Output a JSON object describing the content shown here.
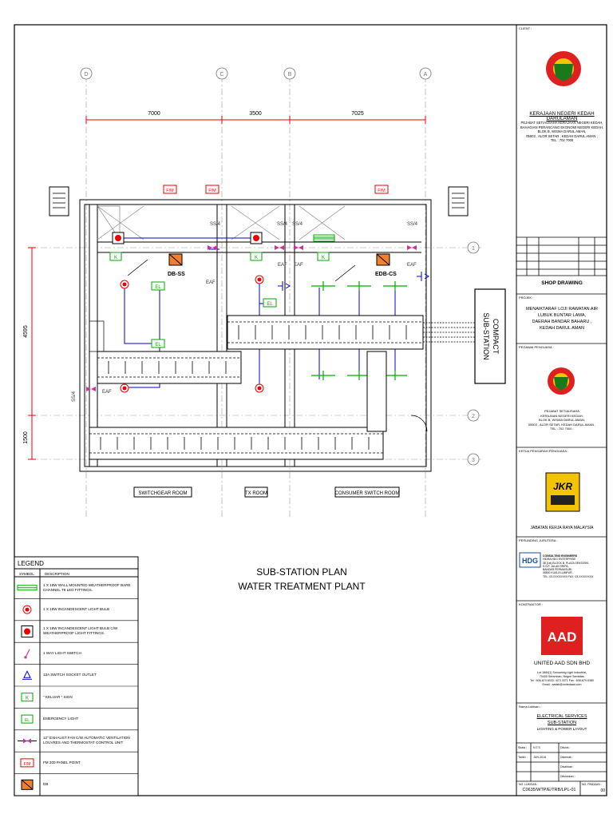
{
  "drawing": {
    "title": "SUB-STATION PLAN",
    "subtitle": "WATER TREATMENT PLANT",
    "dims_top": [
      "7000",
      "3500",
      "7025"
    ],
    "dims_left": [
      "4595",
      "1500"
    ],
    "grid_top": [
      "D",
      "C",
      "B",
      "A"
    ],
    "grid_right": [
      "1",
      "2",
      "3"
    ],
    "rooms": [
      "SWITCHGEAR ROOM",
      "TX ROOM",
      "CONSUMER SWITCH ROOM"
    ],
    "compact_label_1": "COMPACT",
    "compact_label_2": "SUB-STATION",
    "panel_labels": [
      "DB-SS",
      "EDB-CS"
    ],
    "switch_labels": [
      "SS/4",
      "SS/4",
      "SS/4",
      "SS/4",
      "SS/4"
    ],
    "eaf": "EAF",
    "fm": "F/M",
    "el": "EL",
    "k": "K"
  },
  "legend": {
    "title": "LEGEND",
    "col_symbol": "SYMBOL",
    "col_desc": "DESCRIPTION",
    "items": [
      {
        "icon": "fluorescent-fitting-icon",
        "desc": "1 X 18W WALL MOUNTED WEATHERPROOF BARE CHANNEL T8 LED FITTINGS."
      },
      {
        "icon": "incandescent-bulb-icon",
        "desc": "1 X 18W INCANDESCENT LIGHT BULB"
      },
      {
        "icon": "bulb-weatherproof-icon",
        "desc": "1 X 18W INCANDESCENT LIGHT BULB C/W WEATHERPROOF LIGHT FITTINGS."
      },
      {
        "icon": "switch-icon",
        "desc": "1 WAY LIGHT SWITCH"
      },
      {
        "icon": "socket-outlet-icon",
        "desc": "13A SWITCH SOCKET OUTLET"
      },
      {
        "icon": "keluar-sign-icon",
        "desc": "\" KELUAR \" SIGN"
      },
      {
        "icon": "emergency-light-icon",
        "desc": "EMERGENCY LIGHT"
      },
      {
        "icon": "exhaust-fan-icon",
        "desc": "12\" EXHAUST FAN C/W AUTOMATIC VENTILATION LOUVRES AND THERMOSTAT CONTROL UNIT"
      },
      {
        "icon": "fm-panel-icon",
        "desc": "FM 200 PANEL POINT"
      },
      {
        "icon": "db-icon",
        "desc": "DB"
      }
    ]
  },
  "titleblock": {
    "client_label": "CLIENT :",
    "client_name": "KERAJAAN NEGERI KEDAH DARULAMAN",
    "client_addr": [
      "PEJABAT SETIAUSAHA KERAJAAN NEGERI KEDAH,",
      "BAHAGIAN PERANCANG EKONOMI NEGERI KEDAH,",
      "BLOK B, WISMA DARUL AMAN,",
      "05503 , ALOR SETAR , KEDAH DARUL AMAN ,",
      "TEL : 702 7000"
    ],
    "stage": "SHOP DRAWING",
    "project_label": "PROJEK :",
    "project": [
      "MENAIKTARAF LOJI RAWATAN AIR",
      "LUBUK BUNTAR LAMA,",
      "DAERAH BANDAR BAHARU ,",
      "KEDAH DARUL AMAN"
    ],
    "owner_label": "PEGAWAI PENGUASA :",
    "owner_addr": [
      "PEJABAT SETIAUSAHA",
      "KERAJAAN NEGERI KEDAH,",
      "BLOK B, WISMA DARUL AMAN,",
      "05503 , ALOR SETAR, KEDAH DARUL AMAN ,",
      "TEL : 702 7000 ."
    ],
    "jkr_label": "KETUA PENGARAH PENGUASA :",
    "jkr_logo_text": "JKR",
    "jkr_name": "JABATAN KERJA RAYA MALAYSIA",
    "consultant_label": "PERUNDING JURUTERA :",
    "consultant_logo": "HDG",
    "consultant_lines": [
      "CONSULTING ENGINEERS",
      "HIDRA HDG ENTERPRISE",
      "38 (1st) BLOCK B, PLAZA SENTARIK,",
      "K.S.P. JALAN SRIPA,",
      "BANDAR PERMAISURI,",
      "08500 KUALA LUMPUR,",
      "TEL: 03-XXXXXXXX FAX: 03-XXXXXXXX"
    ],
    "contractor_label": "KONTRAKTOR :",
    "contractor_logo": "AAD",
    "contractor_name": "UNITED AAD SDN BHD",
    "contractor_addr": [
      "Lot 1884(1) Sonowong Light Industrial,",
      "70400 Seremban, Negeri Sembilan",
      "Tel : 606-674 6033 / 673 3371  Fax : 606-679 6380",
      "Email : aadsb@unitedaad.com"
    ],
    "drawing_title_label": "Nama Lukisan :",
    "drawing_title": [
      "ELECTRICAL SERVICES",
      "SUB-STATION",
      "LIGHTING & POWER LAYOUT"
    ],
    "meta_rows": [
      {
        "k1": "Skala :",
        "v1": "N.T.S",
        "k2": "Dilukis :",
        "v2": ""
      },
      {
        "k1": "Tarikh :",
        "v1": "JUN 2018",
        "k2": "Disemak :",
        "v2": ""
      },
      {
        "k1": "",
        "v1": "",
        "k2": "Disahkan :",
        "v2": ""
      },
      {
        "k1": "",
        "v1": "",
        "k2": "Diluluskan :",
        "v2": ""
      }
    ],
    "drawing_no_label": "NO. LUKISAN :",
    "drawing_no": "C0635/WTP/E/TRB/LPL-01",
    "revision_label": "NO. PINDAAN :",
    "revision": "00"
  }
}
